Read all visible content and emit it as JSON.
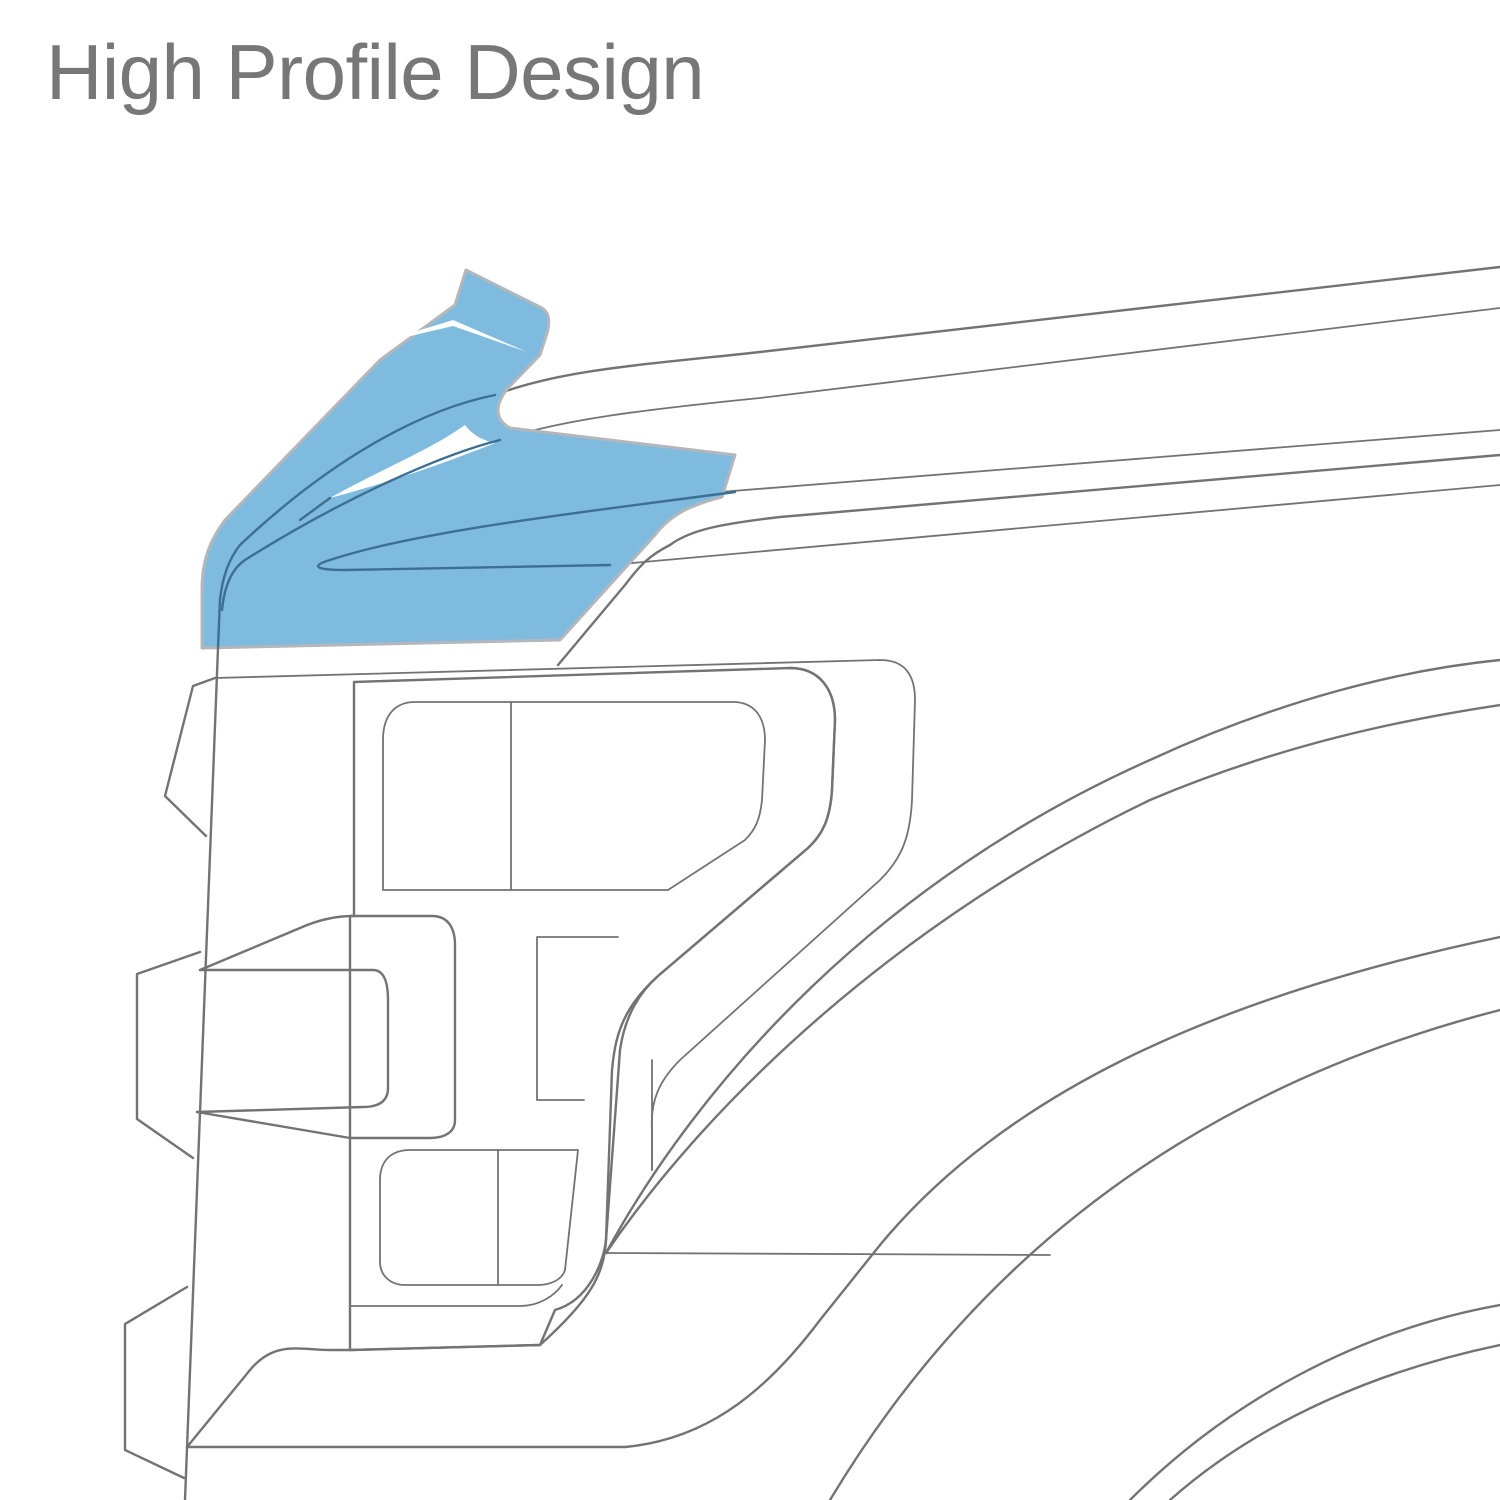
{
  "header": {
    "title": "High Profile Design"
  },
  "illustration": {
    "subject": "pickup-truck-front-corner-line-drawing",
    "highlighted_part": "bug-deflector-hood-shield",
    "colors": {
      "background": "#ffffff",
      "title_text": "#777777",
      "outline": "#737373",
      "shield_fill": "#7fbbdf",
      "shield_edge": "#b3b7bb",
      "line_through_shield": "#3e6f92"
    }
  }
}
